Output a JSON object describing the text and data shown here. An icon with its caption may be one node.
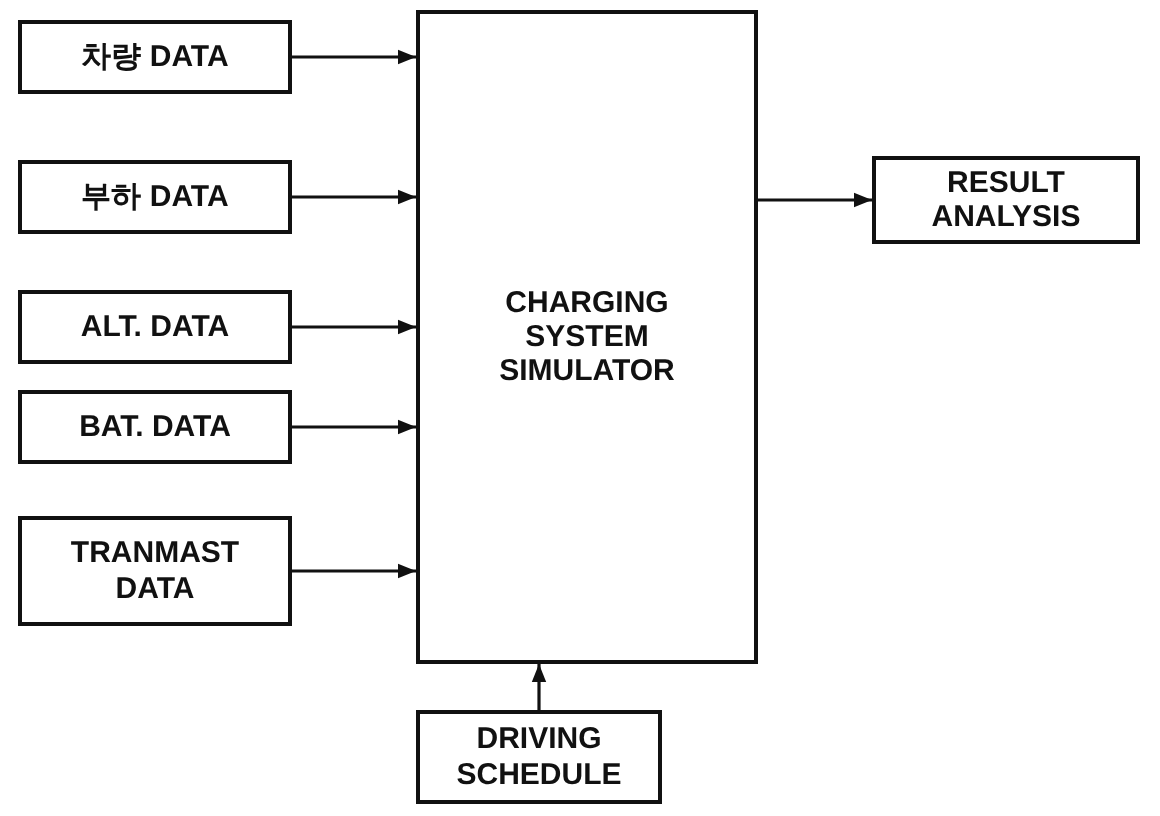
{
  "diagram": {
    "nodes": [
      {
        "text": [
          "차량 DATA"
        ]
      },
      {
        "text": [
          "부하 DATA"
        ]
      },
      {
        "text": [
          "ALT. DATA"
        ]
      },
      {
        "text": [
          "BAT. DATA"
        ]
      },
      {
        "text": [
          "TRANMAST DATA"
        ]
      },
      {
        "text": [
          "CHARGING SYSTEM SIMULATOR"
        ]
      },
      {
        "text": [
          "RESULT ANALYSIS"
        ]
      },
      {
        "text": [
          "DRIVING SCHEDULE"
        ]
      }
    ],
    "edges": [
      {
        "from": 0,
        "to": 5,
        "arrow": "to"
      },
      {
        "from": 1,
        "to": 5,
        "arrow": "to"
      },
      {
        "from": 2,
        "to": 5,
        "arrow": "to"
      },
      {
        "from": 3,
        "to": 5,
        "arrow": "to"
      },
      {
        "from": 4,
        "to": 5,
        "arrow": "to"
      },
      {
        "from": 5,
        "to": 6,
        "arrow": "to"
      },
      {
        "from": 7,
        "to": 5,
        "arrow": "to"
      }
    ]
  }
}
